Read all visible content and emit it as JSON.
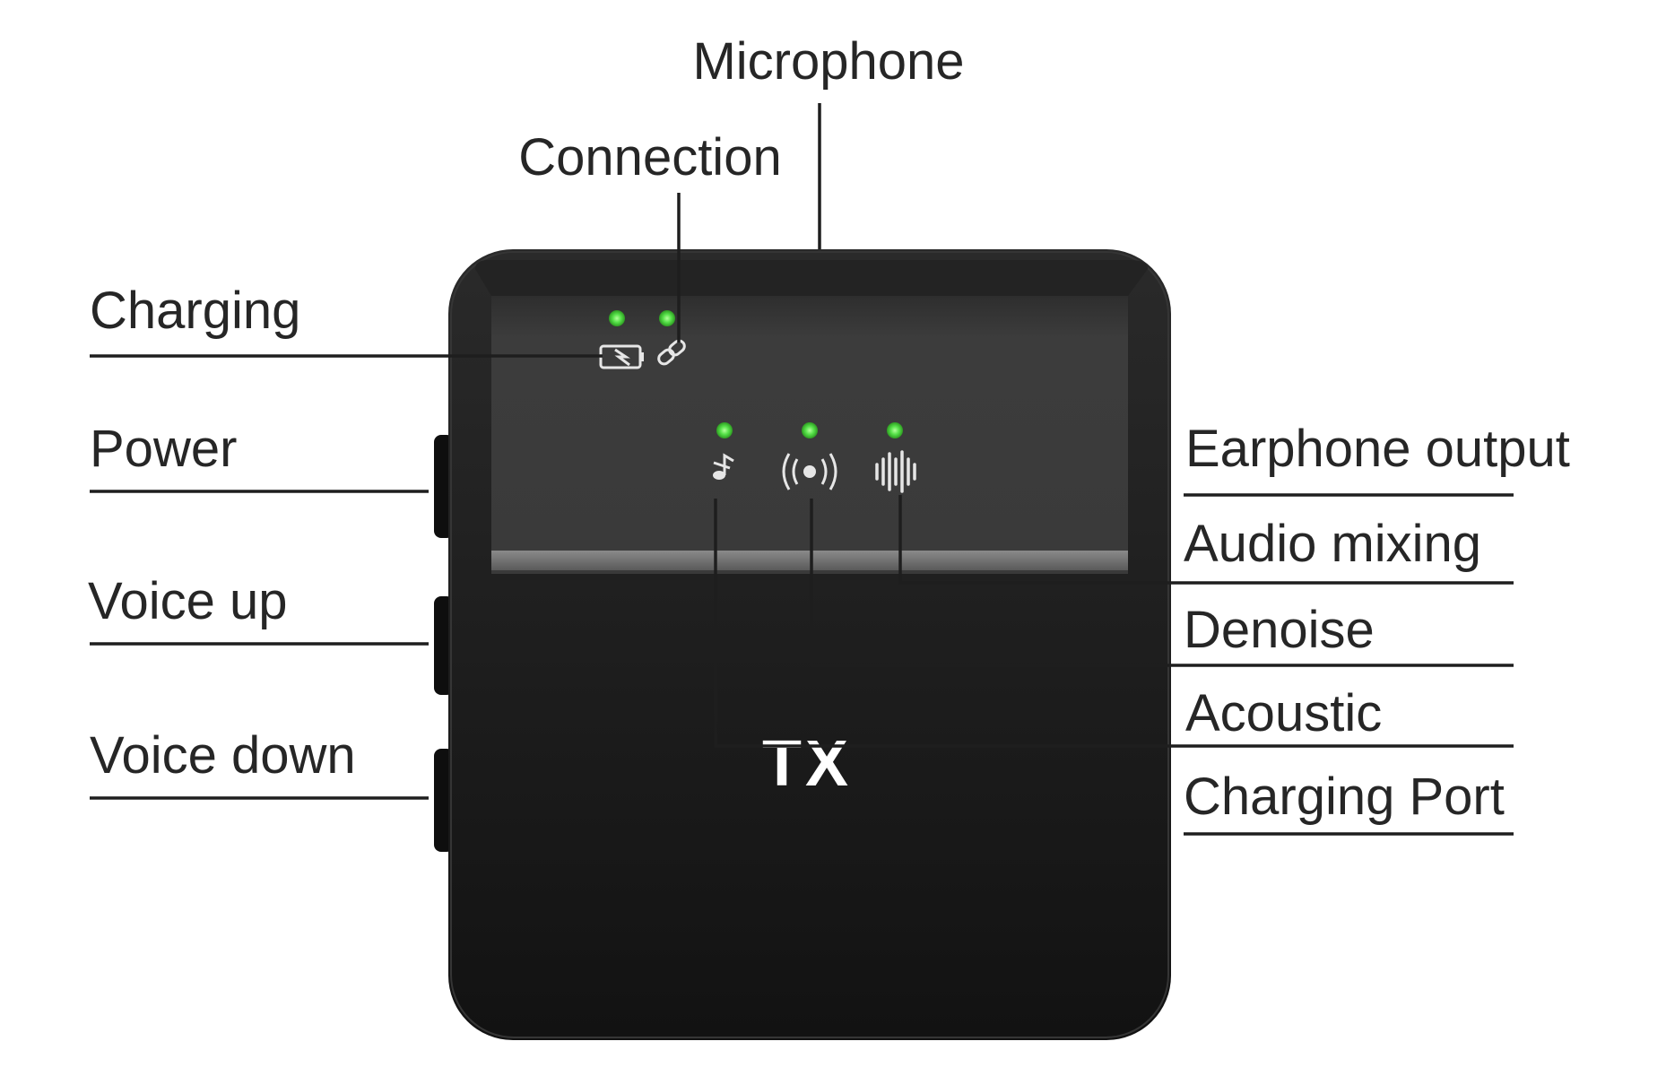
{
  "device": {
    "model_text": "TX"
  },
  "labels": {
    "microphone": "Microphone",
    "connection": "Connection",
    "charging": "Charging",
    "power": "Power",
    "voice_up": "Voice up",
    "voice_down": "Voice down",
    "earphone_output": "Earphone output",
    "audio_mixing": "Audio mixing",
    "denoise": "Denoise",
    "acoustic": "Acoustic",
    "charging_port": "Charging Port"
  },
  "icons": {
    "charging": "battery-charging-icon",
    "connection": "link-icon",
    "acoustic": "music-note-icon",
    "denoise": "broadcast-icon",
    "audio_mixing": "sound-wave-icon"
  },
  "colors": {
    "led": "#57e24a",
    "body": "#1b1b1b",
    "screen": "#3a3a3a",
    "text": "#262626"
  }
}
